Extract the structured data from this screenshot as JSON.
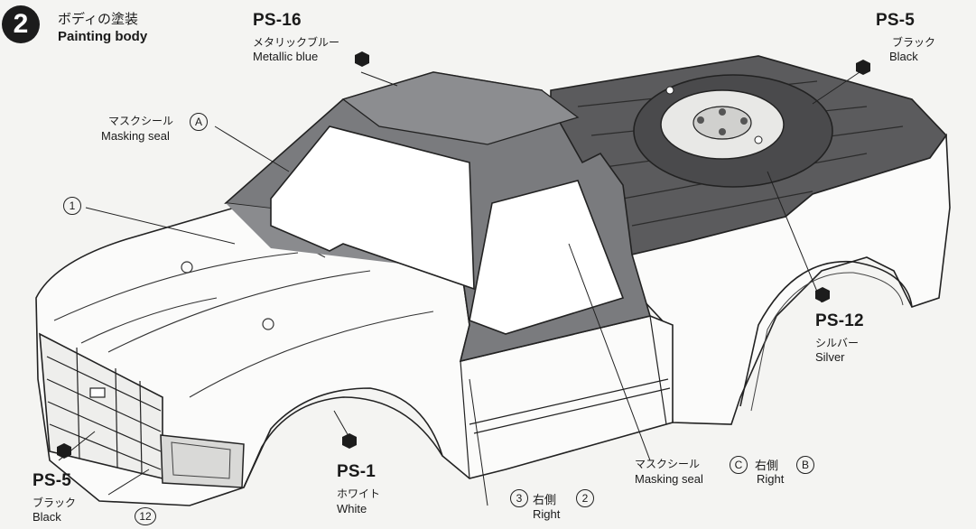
{
  "step": {
    "number": "2",
    "title_jp": "ボディの塗装",
    "title_en": "Painting body"
  },
  "paints": [
    {
      "id": "ps16",
      "code": "PS-16",
      "name_jp": "メタリックブルー",
      "name_en": "Metallic blue"
    },
    {
      "id": "ps5_top",
      "code": "PS-5",
      "name_jp": "ブラック",
      "name_en": "Black"
    },
    {
      "id": "ps12",
      "code": "PS-12",
      "name_jp": "シルバー",
      "name_en": "Silver"
    },
    {
      "id": "ps5_bottom",
      "code": "PS-5",
      "name_jp": "ブラック",
      "name_en": "Black"
    },
    {
      "id": "ps1",
      "code": "PS-1",
      "name_jp": "ホワイト",
      "name_en": "White"
    }
  ],
  "masking_seal_a": {
    "jp": "マスクシール",
    "en": "Masking seal",
    "marker": "A"
  },
  "masking_seal_c": {
    "jp": "マスクシール",
    "en": "Masking seal",
    "marker": "C"
  },
  "marker_b": {
    "jp": "右側",
    "en": "Right",
    "marker": "B"
  },
  "marker_3_2": {
    "num": "3",
    "jp": "右側",
    "marker": "2",
    "en": "Right"
  },
  "marker_1": "1",
  "marker_12": "12"
}
